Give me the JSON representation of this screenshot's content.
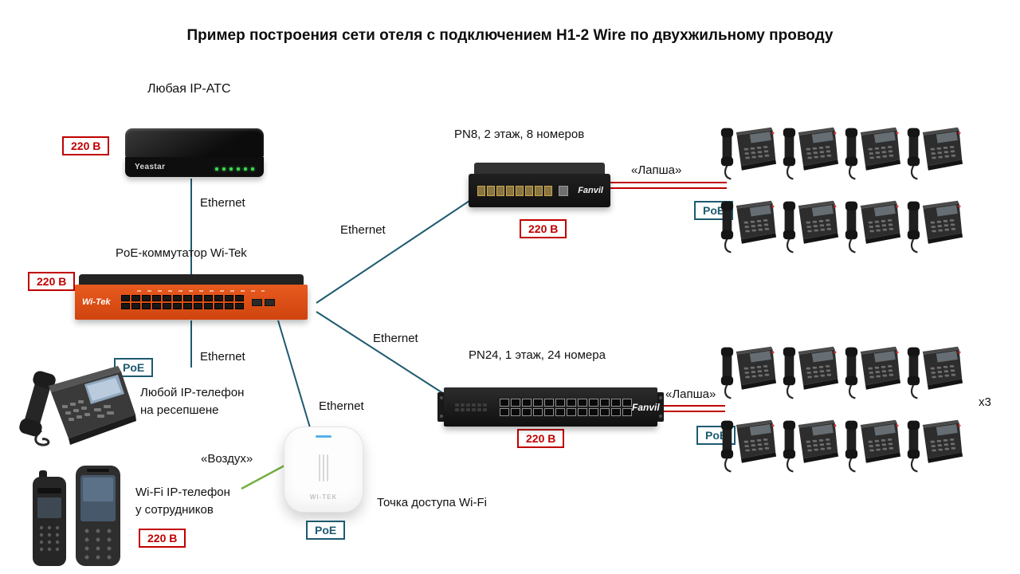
{
  "title": "Пример построения сети отеля с подключением H1-2 Wire по двухжильному проводу",
  "nodes": {
    "pbx": {
      "label": "Любая IP-АТС",
      "brand": "Yeastar",
      "power": "220 В"
    },
    "core_switch": {
      "label": "PoE-коммутатор Wi-Tek",
      "brand": "Wi-Tek",
      "power": "220 В"
    },
    "pn8": {
      "label": "PN8, 2 этаж, 8 номеров",
      "brand": "Fanvil",
      "power": "220 В",
      "poe": "PoE"
    },
    "pn24": {
      "label": "PN24, 1 этаж, 24 номера",
      "brand": "Fanvil",
      "power": "220 В",
      "poe": "PoE",
      "multiplier": "x3"
    },
    "reception_phone": {
      "label_line1": "Любой IP-телефон",
      "label_line2": "на ресепшене",
      "poe": "PoE"
    },
    "wifi_phone": {
      "label_line1": "Wi-Fi IP-телефон",
      "label_line2": "у сотрудников",
      "power": "220 В"
    },
    "access_point": {
      "label": "Точка доступа Wi-Fi",
      "brand": "WI-TEK",
      "poe": "PoE"
    }
  },
  "links": {
    "ethernet": "Ethernet",
    "two_wire": "«Лапша»",
    "wireless": "«Воздух»"
  },
  "colors": {
    "ethernet_line": "#1d5a70",
    "two_wire_line": "#c00000",
    "wireless_line": "#76b043",
    "power_badge": "#c00000",
    "poe_badge": "#1d5a70",
    "switch_orange": "#e85a1f"
  }
}
